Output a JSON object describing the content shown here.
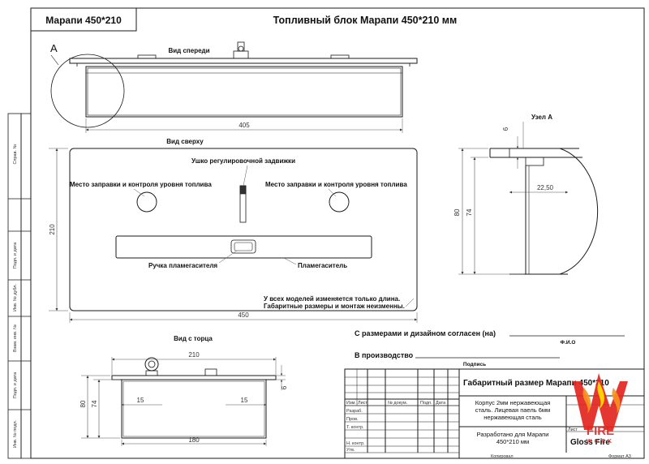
{
  "title_box": "Марапи 450*210",
  "main_title": "Топливный блок Марапи 450*210 мм",
  "views": {
    "front": "Вид спереди",
    "top": "Вид сверху",
    "end": "Вид с торца",
    "node": "Узел А",
    "node_marker": "A"
  },
  "callouts": {
    "damper_eye": "Ушко регулировочной задвижки",
    "fill_left": "Место заправки и контроля уровня топливa",
    "fill_right": "Место заправки и контроля уровня топливa",
    "handle": "Ручка пламегасителя",
    "extinguisher": "Пламегаситель"
  },
  "note": {
    "line1": "У всех моделей изменяется только длина.",
    "line2": "Габаритные размеры и монтаж неизменны."
  },
  "dimensions": {
    "front_length": "405",
    "top_width": "210",
    "top_length": "450",
    "end_width": "210",
    "end_height_outer": "80",
    "end_height_inner": "74",
    "end_offset_left": "15",
    "end_offset_right": "15",
    "end_inner_width": "180",
    "end_top": "6",
    "node_top": "6",
    "node_width": "22,50",
    "node_height_outer": "80",
    "node_height_inner": "74"
  },
  "approval": {
    "agreed": "С размерами и дизайном согласен (на)",
    "fio": "Ф.И.О",
    "production": "В производство",
    "signature": "Подпись"
  },
  "title_block": {
    "name": "Габаритный размер Марапи 450*210",
    "headers": [
      "Изм.",
      "Лист",
      "№ докум.",
      "Подп.",
      "Дата"
    ],
    "roles": [
      "Разраб.",
      "Пров.",
      "Т. контр.",
      "",
      "Н. контр.",
      "Утв."
    ],
    "desc": "Корпус 2мм нержавеющая сталь. Лицевая паель 6мм нержавеющая сталь",
    "developed": "Разработано для Марапи 450*210 мм",
    "sheet_label": "Лист",
    "company": "Gloss Fire",
    "copied": "Копировал",
    "format": "Формат A3"
  },
  "side_stamps": [
    "Справ. №",
    "Подп. и дата",
    "Инв. № дубл.",
    "Взам. инв. №",
    "Подп. и дата",
    "Инв. № подл."
  ],
  "watermark": {
    "line1": "FIRE",
    "line2": "WORK"
  },
  "colors": {
    "line": "#1a1a1a",
    "dim": "#555555",
    "flame_red": "#e3261f",
    "flame_orange": "#f7941d",
    "flame_yellow": "#ffd200"
  }
}
